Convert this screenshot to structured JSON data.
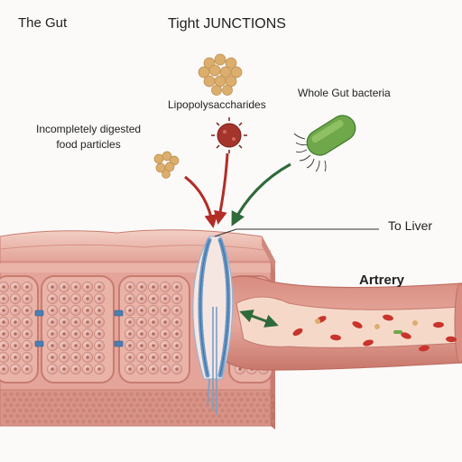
{
  "labels": {
    "title": "The Gut",
    "heading": "Tight JUNCTIONS",
    "lps": "Lipopolysaccharides",
    "bacteria": "Whole Gut bacteria",
    "food_line1": "Incompletely digested",
    "food_line2": "food particles",
    "to_liver": "To Liver",
    "artery": "Artrery"
  },
  "icons": {
    "lps": "spiky-molecule-icon",
    "bacteria": "rod-bacterium-icon",
    "food": "particle-cluster-icon"
  },
  "colors": {
    "tissue": "#e4a49a",
    "tissue_dark": "#c97d72",
    "lumen_top": "#efc0b4",
    "junction": "#6a98c6",
    "artery_lumen": "#f6d8c9",
    "red_arrow": "#b32d27",
    "green_arrow": "#2f6b3a",
    "lps_red": "#a5352c",
    "bacteria_green": "#6fa84a",
    "food_gold": "#dcae6d"
  }
}
